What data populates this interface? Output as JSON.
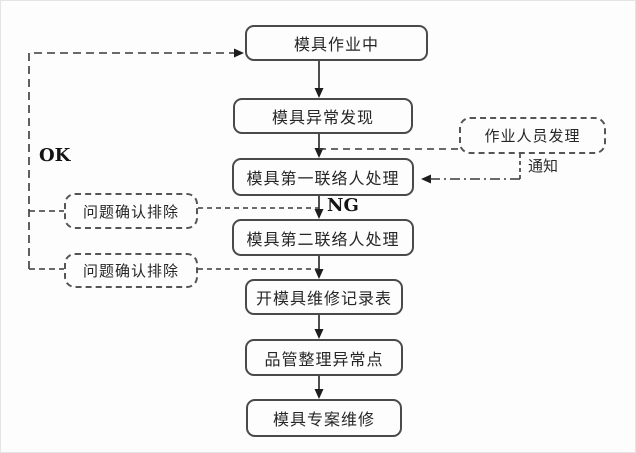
{
  "flow": {
    "title_hint": "mold-maintenance-flowchart",
    "nodes": {
      "n1": {
        "label": "模具作业中"
      },
      "n2": {
        "label": "模具异常发现"
      },
      "n3": {
        "label": "模具第一联络人处理"
      },
      "n4": {
        "label": "模具第二联络人处理"
      },
      "n5": {
        "label": "开模具维修记录表"
      },
      "n6": {
        "label": "品管整理异常点"
      },
      "n7": {
        "label": "模具专案维修"
      }
    },
    "side_nodes": {
      "check1": {
        "label": "问题确认排除"
      },
      "check2": {
        "label": "问题确认排除"
      },
      "operator": {
        "label": "作业人员发理"
      }
    },
    "labels": {
      "ok": "OK",
      "ng": "NG",
      "notify": "通知"
    },
    "edges": [
      {
        "from": "n1",
        "to": "n2",
        "style": "solid-arrow"
      },
      {
        "from": "n2",
        "to": "n3",
        "style": "solid-arrow"
      },
      {
        "from": "n3",
        "to": "n4",
        "style": "solid-arrow",
        "label": "NG"
      },
      {
        "from": "n4",
        "to": "n5",
        "style": "solid-arrow"
      },
      {
        "from": "n5",
        "to": "n6",
        "style": "solid-arrow"
      },
      {
        "from": "n6",
        "to": "n7",
        "style": "solid-arrow"
      },
      {
        "from": "edge-n2-n3",
        "to": "operator",
        "style": "dashed"
      },
      {
        "from": "operator",
        "to": "n3",
        "style": "dash-dot-arrow",
        "label": "通知"
      },
      {
        "from": "edge-n3-n4",
        "to": "check1",
        "style": "dashed"
      },
      {
        "from": "edge-n4-n5",
        "to": "check2",
        "style": "dashed"
      },
      {
        "from": "check1",
        "to": "n1",
        "style": "dashed-arrow",
        "label": "OK"
      },
      {
        "from": "check2",
        "to": "n1",
        "style": "dashed-arrow",
        "label": "OK"
      }
    ],
    "colors": {
      "line": "#3a3a3a",
      "box_border": "#4a4a4a",
      "text": "#262626",
      "background": "#fdfdfd"
    }
  }
}
